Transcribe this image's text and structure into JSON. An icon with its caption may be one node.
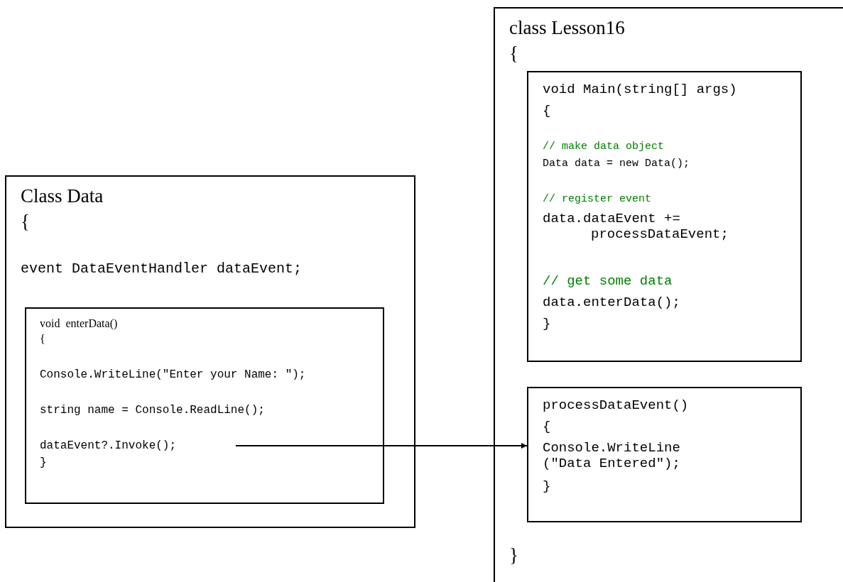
{
  "diagram": {
    "nodes": [
      {
        "text": [
          "Class Data",
          "{",
          "event DataEventHandler dataEvent;"
        ]
      },
      {
        "text": [
          "void  enterData()",
          "{",
          "Console.WriteLine(\"Enter your Name: \");",
          "string name = Console.ReadLine();",
          "dataEvent?.Invoke();",
          "}"
        ],
        "in": 0
      },
      {
        "text": [
          "class Lesson16",
          "{",
          "}"
        ]
      },
      {
        "text": [
          "void Main(string[] args)",
          "{",
          "// make data object",
          "Data data = new Data();",
          "// register event",
          "data.dataEvent += processDataEvent;",
          "// get some data",
          "data.enterData();",
          "}"
        ],
        "in": 2
      },
      {
        "text": [
          "processDataEvent()",
          "{",
          "Console.WriteLine (\"Data Entered\");",
          "}"
        ],
        "in": 2
      }
    ],
    "edges": [
      {
        "from": 1,
        "to": 4,
        "arrow": "to"
      }
    ]
  }
}
